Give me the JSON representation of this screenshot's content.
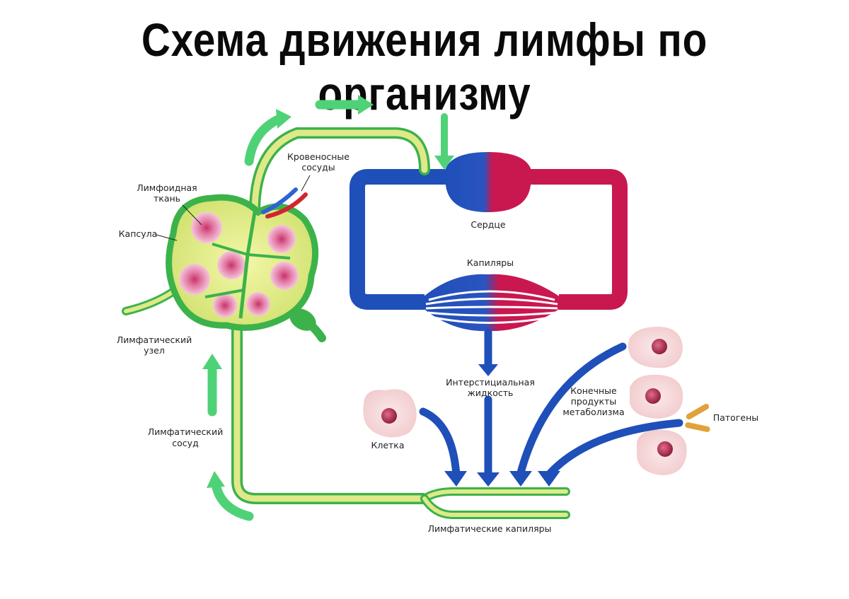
{
  "title": "Схема движения лимфы по организму",
  "labels": {
    "lymphoid_tissue": [
      "Лимфоидная",
      "ткань"
    ],
    "blood_vessels": [
      "Кровеносные",
      "сосуды"
    ],
    "capsule": "Капсула",
    "lymph_node": [
      "Лимфатический",
      "узел"
    ],
    "lymph_vessel": [
      "Лимфатический",
      "сосуд"
    ],
    "heart": "Сердце",
    "capillaries": "Капиляры",
    "interstitial_fluid": [
      "Интерстициальная",
      "жидкость"
    ],
    "metabolism_products": [
      "Конечные",
      "продукты",
      "метаболизма"
    ],
    "pathogens": "Патогены",
    "cell": "Клетка",
    "lymph_capillaries": "Лимфатические капиляры"
  },
  "colors": {
    "vein_blue": "#1f4fb8",
    "artery_red": "#c8184f",
    "lymph_green": "#3cb24a",
    "lymph_fill": "#dfe98a",
    "flow_arrow": "#4fd277",
    "cell_pink": "#f6d6d6",
    "nucleus": "#b02a4c",
    "pathogen": "#e0a23a"
  }
}
